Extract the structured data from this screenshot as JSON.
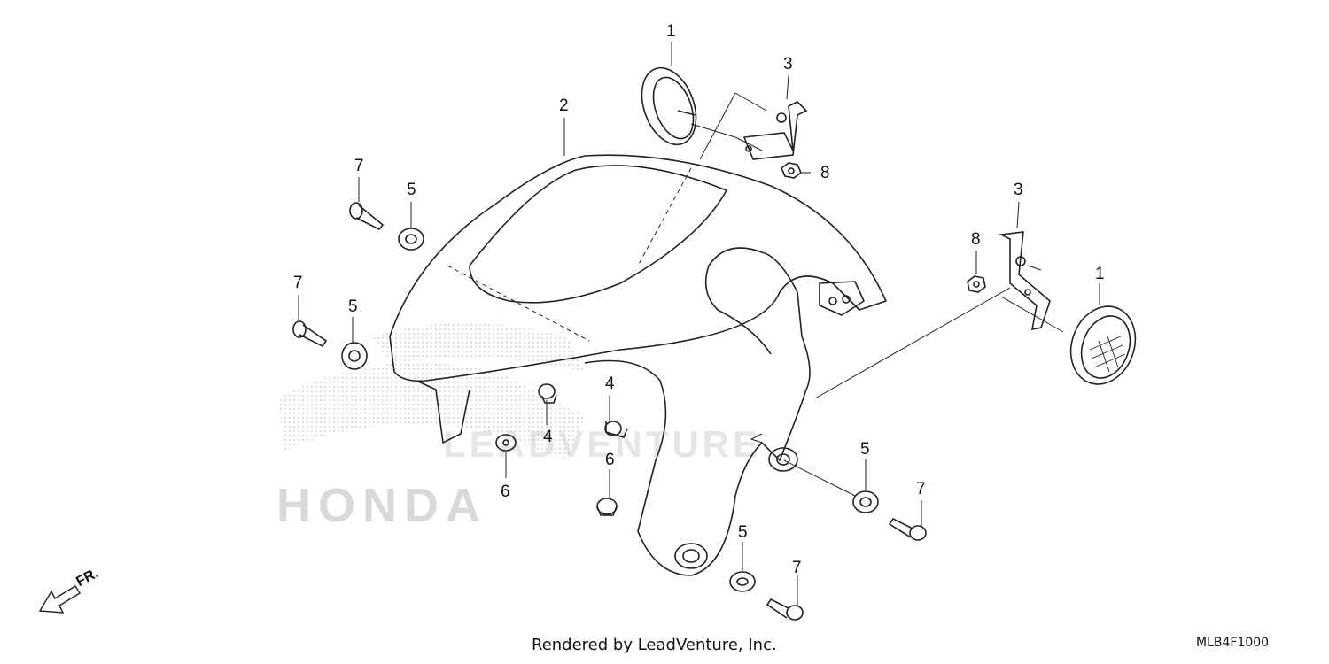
{
  "callouts": [
    {
      "label": "1"
    },
    {
      "label": "1"
    },
    {
      "label": "2"
    },
    {
      "label": "3"
    },
    {
      "label": "3"
    },
    {
      "label": "4"
    },
    {
      "label": "4"
    },
    {
      "label": "5"
    },
    {
      "label": "5"
    },
    {
      "label": "5"
    },
    {
      "label": "5"
    },
    {
      "label": "6"
    },
    {
      "label": "6"
    },
    {
      "label": "7"
    },
    {
      "label": "7"
    },
    {
      "label": "7"
    },
    {
      "label": "7"
    },
    {
      "label": "8"
    },
    {
      "label": "8"
    }
  ],
  "footer": {
    "credit": "Rendered by LeadVenture, Inc.",
    "diagram_code": "MLB4F1000"
  },
  "direction": {
    "label": "FR."
  },
  "watermarks": {
    "brand": "LEADVENTURE",
    "logo": "HONDA"
  },
  "colors": {
    "line": "#222222",
    "watermark": "#d9d9d9"
  }
}
